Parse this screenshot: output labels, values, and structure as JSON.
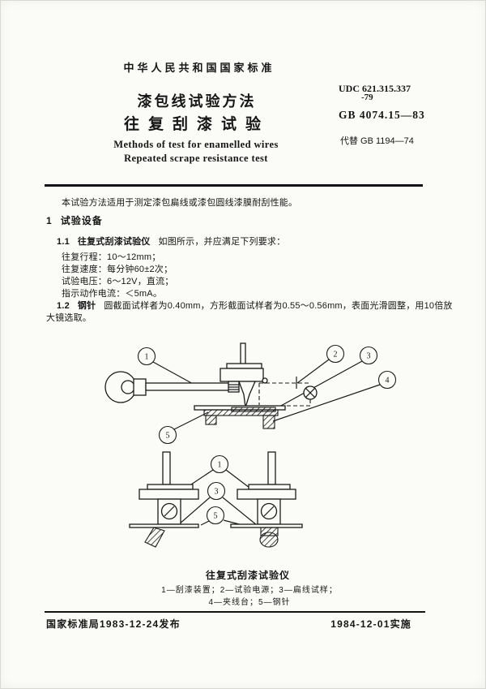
{
  "header": {
    "national_standard_label": "中华人民共和国国家标准",
    "title_cn_line1": "漆包线试验方法",
    "title_cn_line2": "往复刮漆试验",
    "title_en_line1": "Methods of test for enamelled wires",
    "title_en_line2": "Repeated scrape resistance test",
    "udc_line1": "UDC 621.315.337",
    "udc_line2": "-79",
    "standard_number": "GB 4074.15—83",
    "replaces": "代替 GB 1194—74"
  },
  "body": {
    "scope": "本试验方法适用于测定漆包扁线或漆包圆线漆膜耐刮性能。",
    "section1_number": "1",
    "section1_title": "试验设备",
    "clause11_number": "1.1",
    "clause11_term": "往复式刮漆试验仪",
    "clause11_text": "如图所示，并应满足下列要求：",
    "spec_stroke": "往复行程：10～12mm；",
    "spec_speed": "往复速度：每分钟60±2次；",
    "spec_voltage": "试验电压：6～12V，直流；",
    "spec_current": "指示动作电流：＜5mA。",
    "clause12_number": "1.2",
    "clause12_term": "钢针",
    "clause12_text_line1": "圆截面试样者为0.40mm，方形截面试样者为0.55～0.56mm，表面光滑圆整，用10倍放",
    "clause12_text_line2": "大镜选取。"
  },
  "figure": {
    "callouts_top": [
      "1",
      "2",
      "3",
      "4",
      "5"
    ],
    "callouts_bottom": [
      "1",
      "3",
      "5"
    ],
    "caption_title": "往复式刮漆试验仪",
    "caption_legend_line1": "1—刮漆装置；2—试验电源；3—扁线试样；",
    "caption_legend_line2": "4—夹线台；5—钢针"
  },
  "footer": {
    "issued": "国家标准局1983-12-24发布",
    "effective": "1984-12-01实施"
  }
}
